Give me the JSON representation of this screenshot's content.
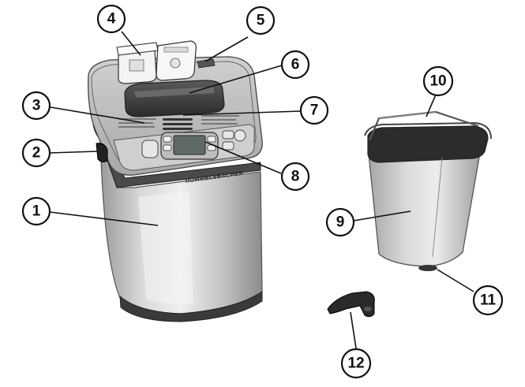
{
  "figure": {
    "brand_label": "ROMMELSBACHER",
    "callouts": [
      {
        "id": "callout-1",
        "label": "1"
      },
      {
        "id": "callout-2",
        "label": "2"
      },
      {
        "id": "callout-3",
        "label": "3"
      },
      {
        "id": "callout-4",
        "label": "4"
      },
      {
        "id": "callout-5",
        "label": "5"
      },
      {
        "id": "callout-6",
        "label": "6"
      },
      {
        "id": "callout-7",
        "label": "7"
      },
      {
        "id": "callout-8",
        "label": "8"
      },
      {
        "id": "callout-9",
        "label": "9"
      },
      {
        "id": "callout-10",
        "label": "10"
      },
      {
        "id": "callout-11",
        "label": "11"
      },
      {
        "id": "callout-12",
        "label": "12"
      }
    ]
  }
}
